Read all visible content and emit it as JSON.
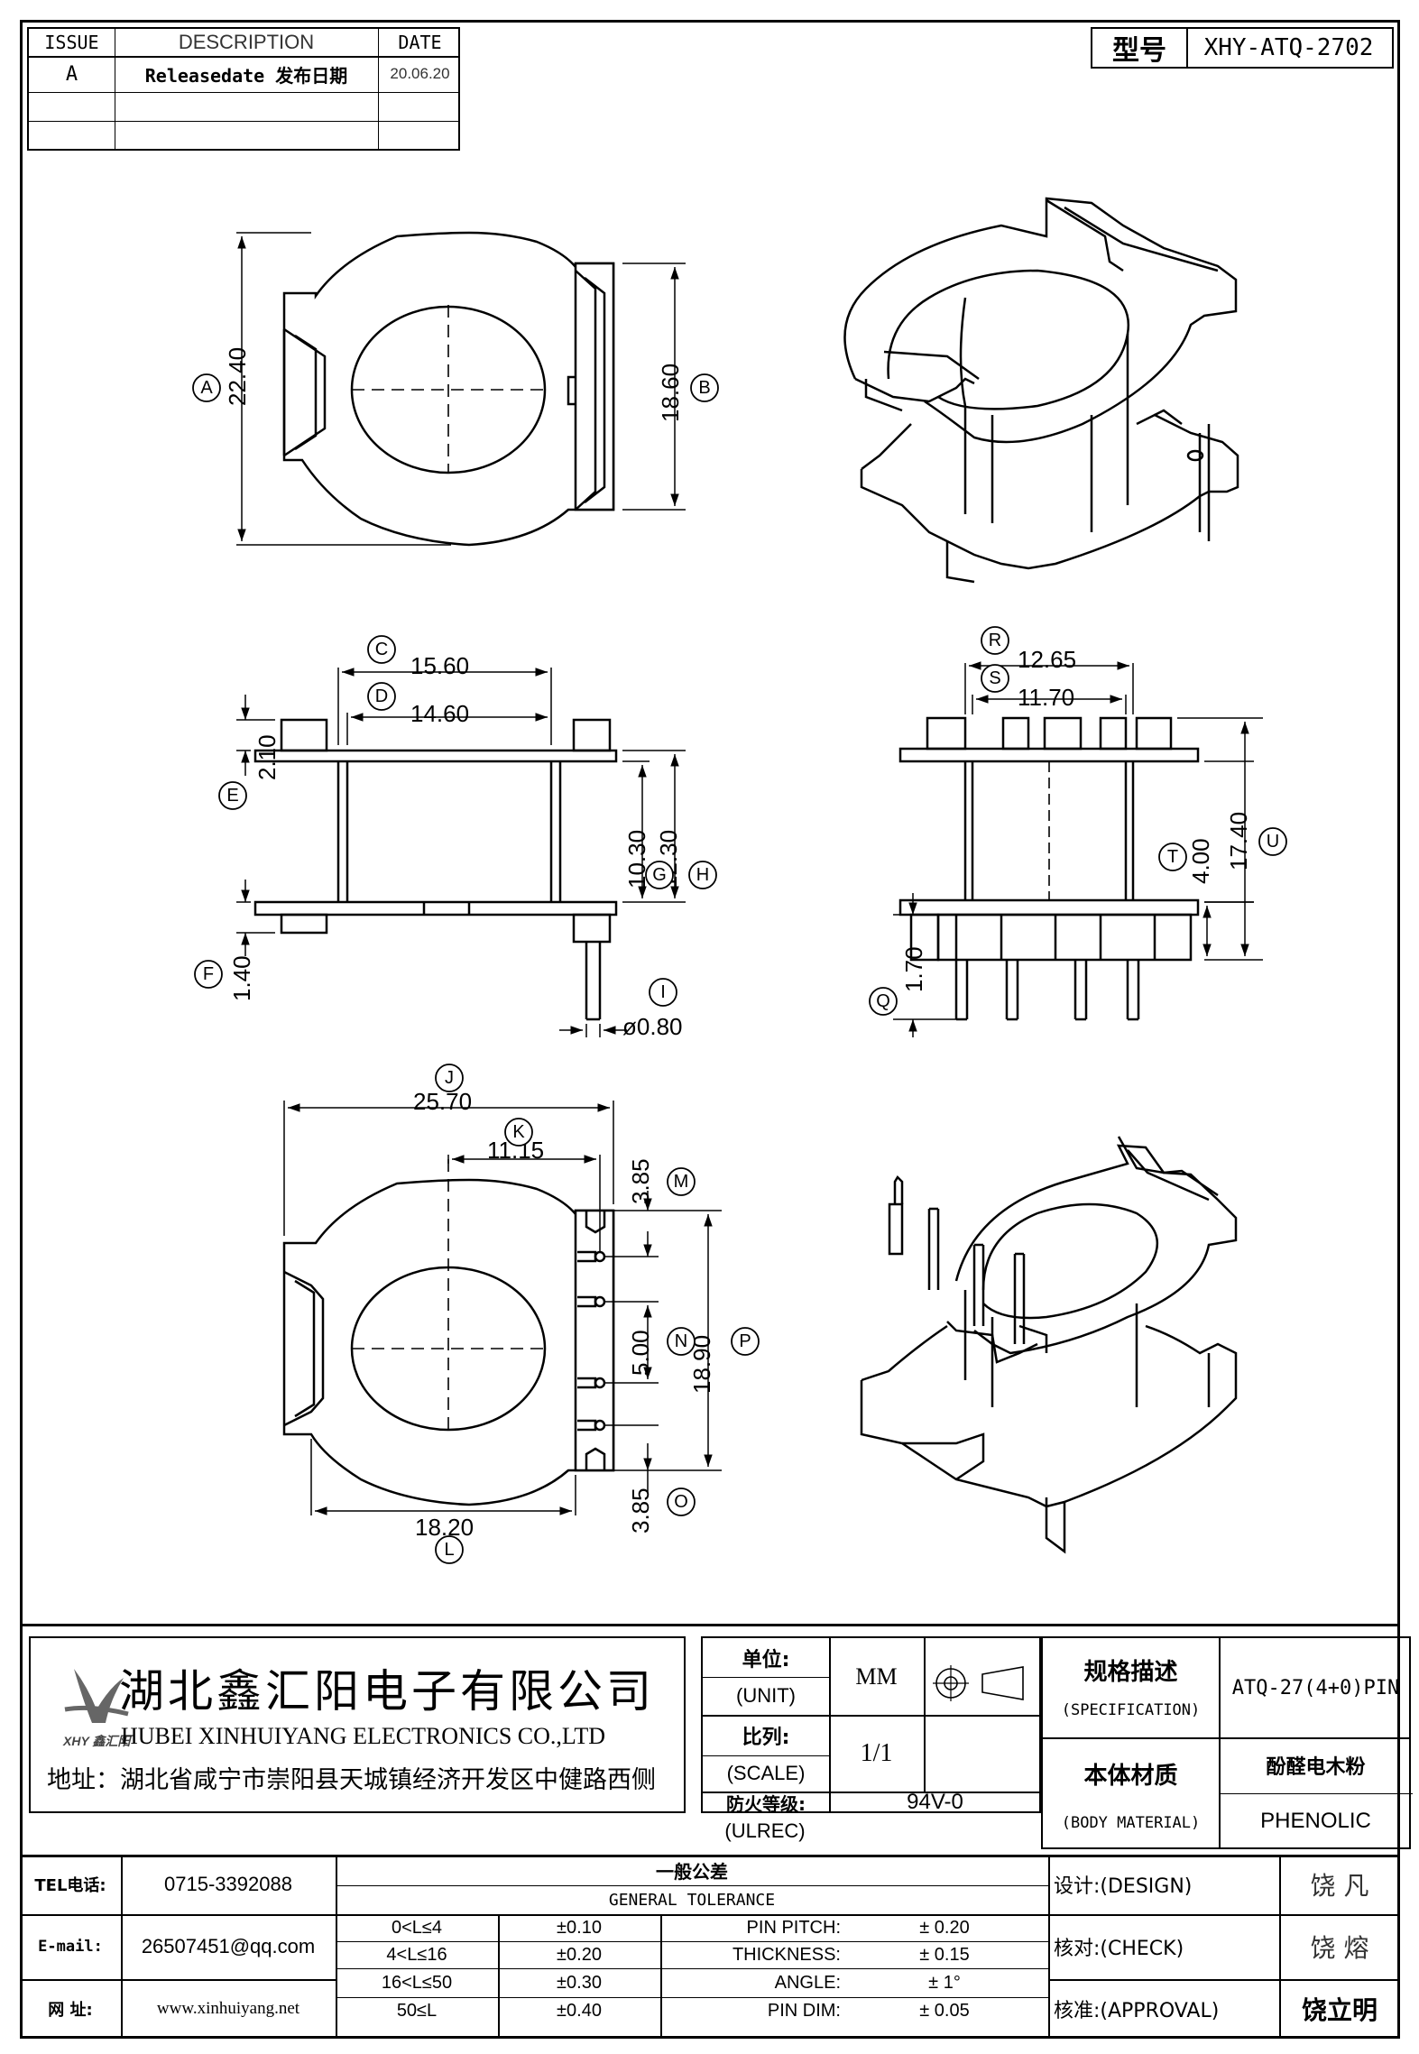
{
  "revision_table": {
    "headers": [
      "ISSUE",
      "DESCRIPTION",
      "DATE"
    ],
    "rows": [
      {
        "issue": "A",
        "description": "Releasedate 发布日期",
        "date": "20.06.20"
      }
    ]
  },
  "model_box": {
    "label": "型号",
    "value": "XHY-ATQ-2702"
  },
  "top_view_dims": {
    "a": "22.40",
    "b": "18.60",
    "a_tag": "A",
    "b_tag": "B"
  },
  "side_view_dims": {
    "c": "15.60",
    "d": "14.60",
    "e": "2.10",
    "f": "1.40",
    "g": "10.30",
    "h": "12.30",
    "i": "ø0.80",
    "c_tag": "C",
    "d_tag": "D",
    "e_tag": "E",
    "f_tag": "F",
    "g_tag": "G",
    "h_tag": "H",
    "i_tag": "I"
  },
  "end_view_dims": {
    "r": "12.65",
    "s": "11.70",
    "t": "4.00",
    "u": "17.40",
    "q": "1.70",
    "r_tag": "R",
    "s_tag": "S",
    "t_tag": "T",
    "u_tag": "U",
    "q_tag": "Q"
  },
  "bottom_view_dims": {
    "j": "25.70",
    "k": "11.15",
    "m": "3.85",
    "n": "5.00",
    "p": "18.90",
    "o": "3.85",
    "l": "18.20",
    "j_tag": "J",
    "k_tag": "K",
    "m_tag": "M",
    "n_tag": "N",
    "p_tag": "P",
    "o_tag": "O",
    "l_tag": "L"
  },
  "company": {
    "name_cn": "湖北鑫汇阳电子有限公司",
    "name_en": "HUBEI XINHUIYANG ELECTRONICS CO.,LTD",
    "address": "地址：湖北省咸宁市崇阳县天城镇经济开发区中健路西侧",
    "logo_text": "XHY 鑫汇阳"
  },
  "title_block": {
    "unit_cn": "单位:",
    "unit_en": "(UNIT)",
    "unit_value": "MM",
    "scale_cn": "比列:",
    "scale_en": "(SCALE)",
    "scale_value": "1/1",
    "fire_cn": "防火等级:",
    "fire_en": "(ULREC)",
    "fire_value": "94V-0",
    "spec_cn": "规格描述",
    "spec_en": "(SPECIFICATION)",
    "spec_value": "ATQ-27(4+0)PIN",
    "material_cn": "本体材质",
    "material_en": "(BODY MATERIAL)",
    "material_value_cn": "酚醛电木粉",
    "material_value_en": "PHENOLIC"
  },
  "contact": {
    "tel_label": "TEL电话:",
    "tel": "0715-3392088",
    "email_label": "E-mail:",
    "email": "26507451@qq.com",
    "web_label": "网   址:",
    "web": "www.xinhuiyang.net"
  },
  "tolerance": {
    "title_cn": "一般公差",
    "title_en": "GENERAL TOLERANCE",
    "ranges": [
      {
        "range": "0<L≤4",
        "tol": "±0.10"
      },
      {
        "range": "4<L≤16",
        "tol": "±0.20"
      },
      {
        "range": "16<L≤50",
        "tol": "±0.30"
      },
      {
        "range": "50≤L",
        "tol": "±0.40"
      }
    ],
    "specials": [
      {
        "name": "PIN PITCH:",
        "tol": "± 0.20"
      },
      {
        "name": "THICKNESS:",
        "tol": "± 0.15"
      },
      {
        "name": "ANGLE:",
        "tol": "± 1°"
      },
      {
        "name": "PIN DIM:",
        "tol": "± 0.05"
      }
    ]
  },
  "signoff": {
    "design_label": "设计:(DESIGN)",
    "design_name": "饶  凡",
    "check_label": "核对:(CHECK)",
    "check_name": "饶  熔",
    "approval_label": "核准:(APPROVAL)",
    "approval_name": "饶立明"
  }
}
